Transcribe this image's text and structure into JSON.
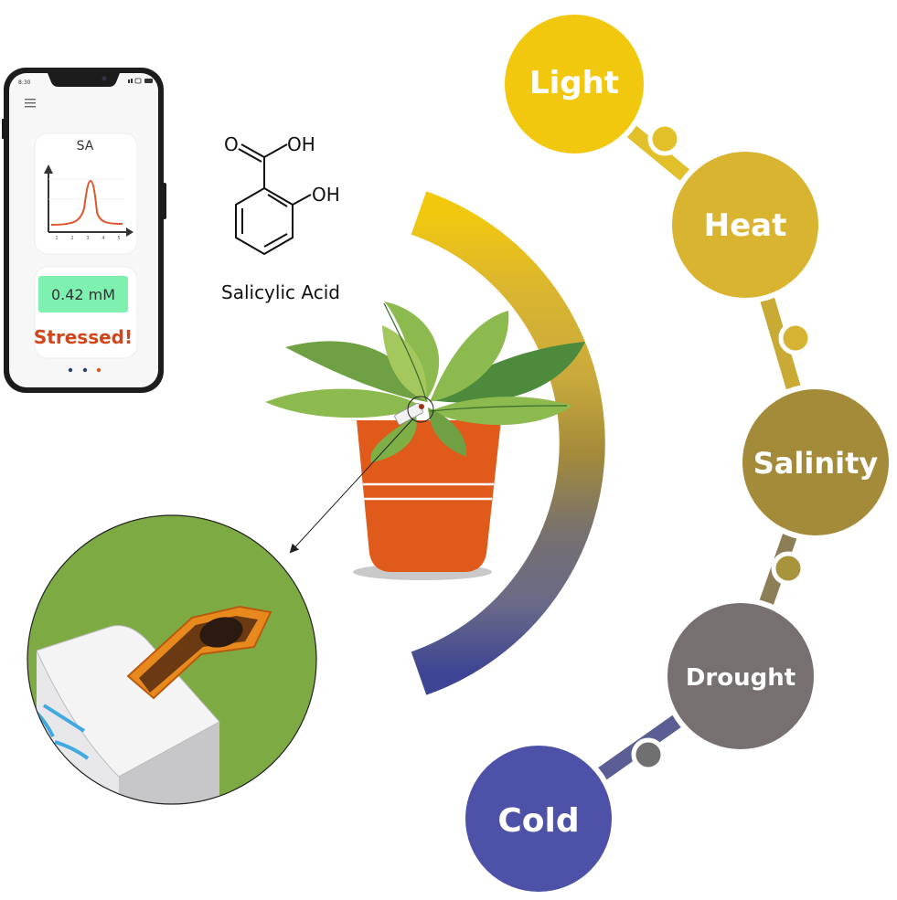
{
  "phone": {
    "status_time": "8:30",
    "chart_title": "SA",
    "x_ticks": [
      "1",
      "2",
      "3",
      "4",
      "5"
    ],
    "reading": "0.42 mM",
    "status": "Stressed!"
  },
  "molecule": {
    "name": "Salicylic Acid",
    "label_o": "O",
    "label_oh_top": "OH",
    "label_oh_side": "OH"
  },
  "stresses": [
    {
      "label": "Light",
      "color": "#F2C80F"
    },
    {
      "label": "Heat",
      "color": "#D9B431"
    },
    {
      "label": "Salinity",
      "color": "#A48B3A"
    },
    {
      "label": "Drought",
      "color": "#767070"
    },
    {
      "label": "Cold",
      "color": "#4D52A8"
    }
  ],
  "colors": {
    "pot": "#E05A1B",
    "leaf_light": "#8DBA4E",
    "leaf_dark": "#4E8A3C",
    "zoom_bg": "#7DAA43",
    "sensor_orange": "#E8891E",
    "stressed_text": "#D2451B",
    "reading_bg": "#7EF0B0"
  }
}
